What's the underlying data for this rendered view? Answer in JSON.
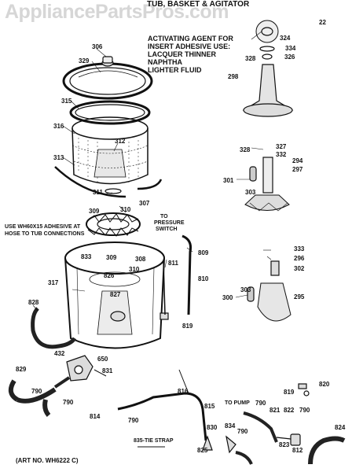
{
  "watermark": "AppliancePartsPros.com",
  "title": "TUB, BASKET & AGITATOR",
  "header_tail": "22",
  "caution": [
    "ACTIVATING AGENT FOR",
    "INSERT ADHESIVE USE:",
    "LACQUER THINNER",
    "NAPHTHA",
    "LIGHTER FLUID"
  ],
  "adhesive_note": [
    "USE WH60X15 ADHESIVE AT",
    "HOSE TO TUB CONNECTIONS"
  ],
  "pressure_note": [
    "TO",
    "PRESSURE",
    "SWITCH"
  ],
  "pump_note": "TO PUMP",
  "tie_strap_note": "835-TIE STRAP",
  "art_number": "(ART NO. WH6222 C)",
  "callouts": {
    "c306": "306",
    "c329": "329",
    "c315": "315",
    "c316": "316",
    "c312": "312",
    "c313": "313",
    "c311": "311",
    "c307": "307",
    "c309": "309",
    "c310": "310",
    "c324": "324",
    "c328a": "328",
    "c334": "334",
    "c326": "326",
    "c298": "298",
    "c327": "327",
    "c328b": "328",
    "c332": "332",
    "c294": "294",
    "c297": "297",
    "c301": "301",
    "c303a": "303",
    "c333": "333",
    "c296": "296",
    "c302": "302",
    "c300": "300",
    "c303b": "303",
    "c295": "295",
    "c809": "809",
    "c811": "811",
    "c810": "810",
    "c833": "833",
    "c309b": "309",
    "c308": "308",
    "c826": "826",
    "c310b": "310",
    "c317": "317",
    "c827": "827",
    "c828": "828",
    "c819a": "819",
    "c432": "432",
    "c650": "650",
    "c831": "831",
    "c829": "829",
    "c790a": "790",
    "c790b": "790",
    "c816": "816",
    "c814": "814",
    "c790c": "790",
    "c815": "815",
    "c820": "820",
    "c819b": "819",
    "c790d": "790",
    "c821": "821",
    "c822": "822",
    "c790e": "790",
    "c830": "830",
    "c834": "834",
    "c790f": "790",
    "c823": "823",
    "c812": "812",
    "c824": "824",
    "c825": "825"
  }
}
